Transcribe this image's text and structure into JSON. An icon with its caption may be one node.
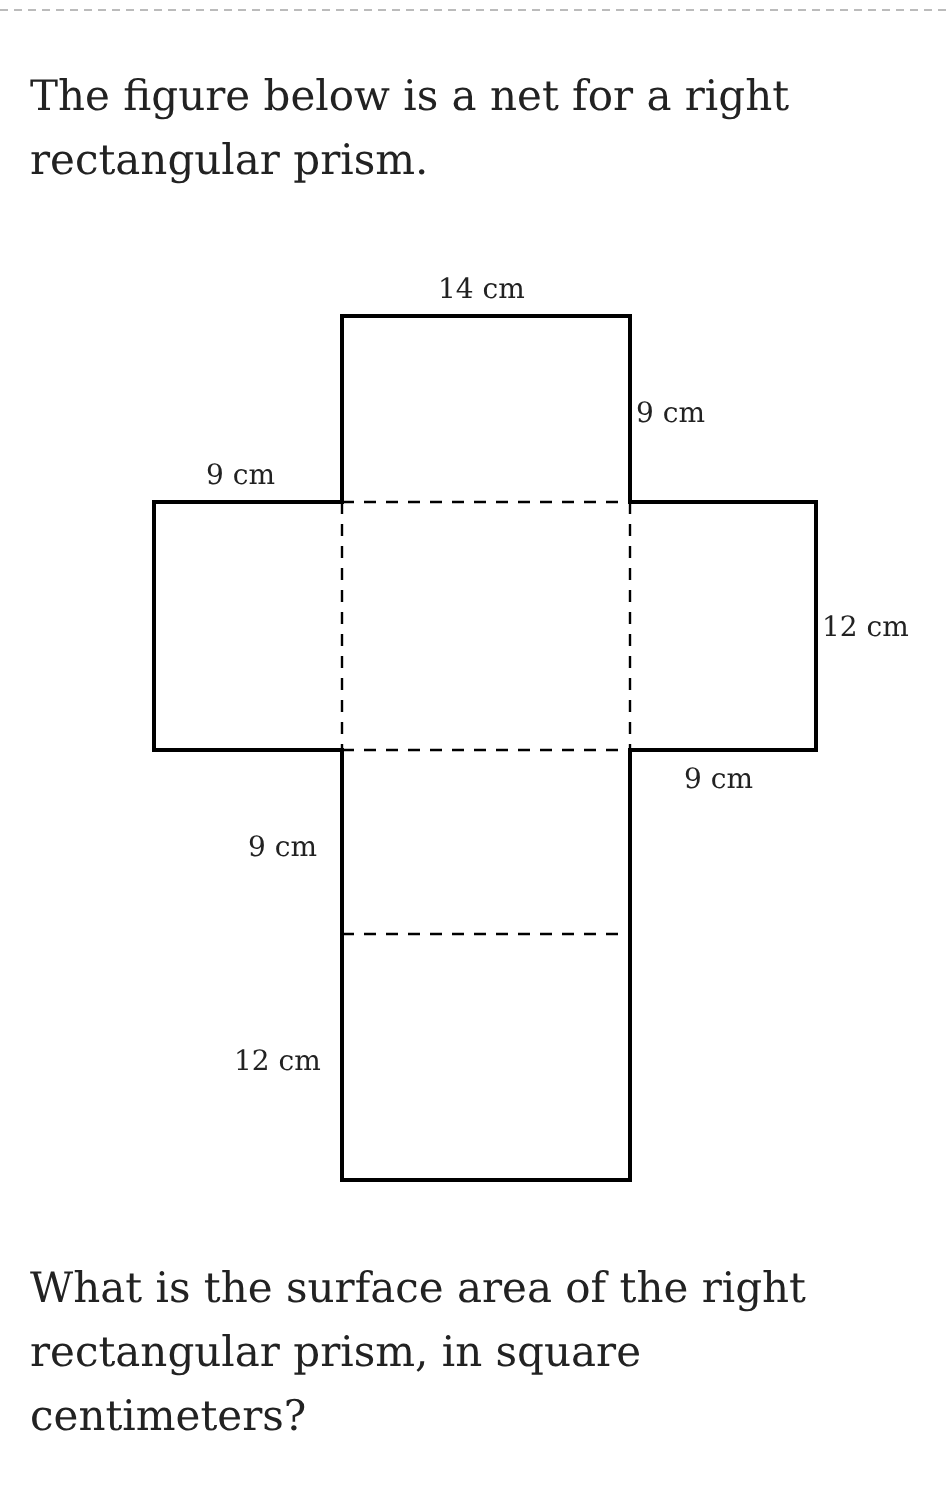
{
  "diagram": {
    "title": "The figure below is a net for a right rectangular prism.",
    "caption": "What is the surface area of the right rectangular prism, in square centimeters?",
    "labels": [
      "14 cm",
      "9 cm",
      "9 cm",
      "12 cm",
      "9 cm",
      "9 cm",
      "12 cm"
    ]
  }
}
